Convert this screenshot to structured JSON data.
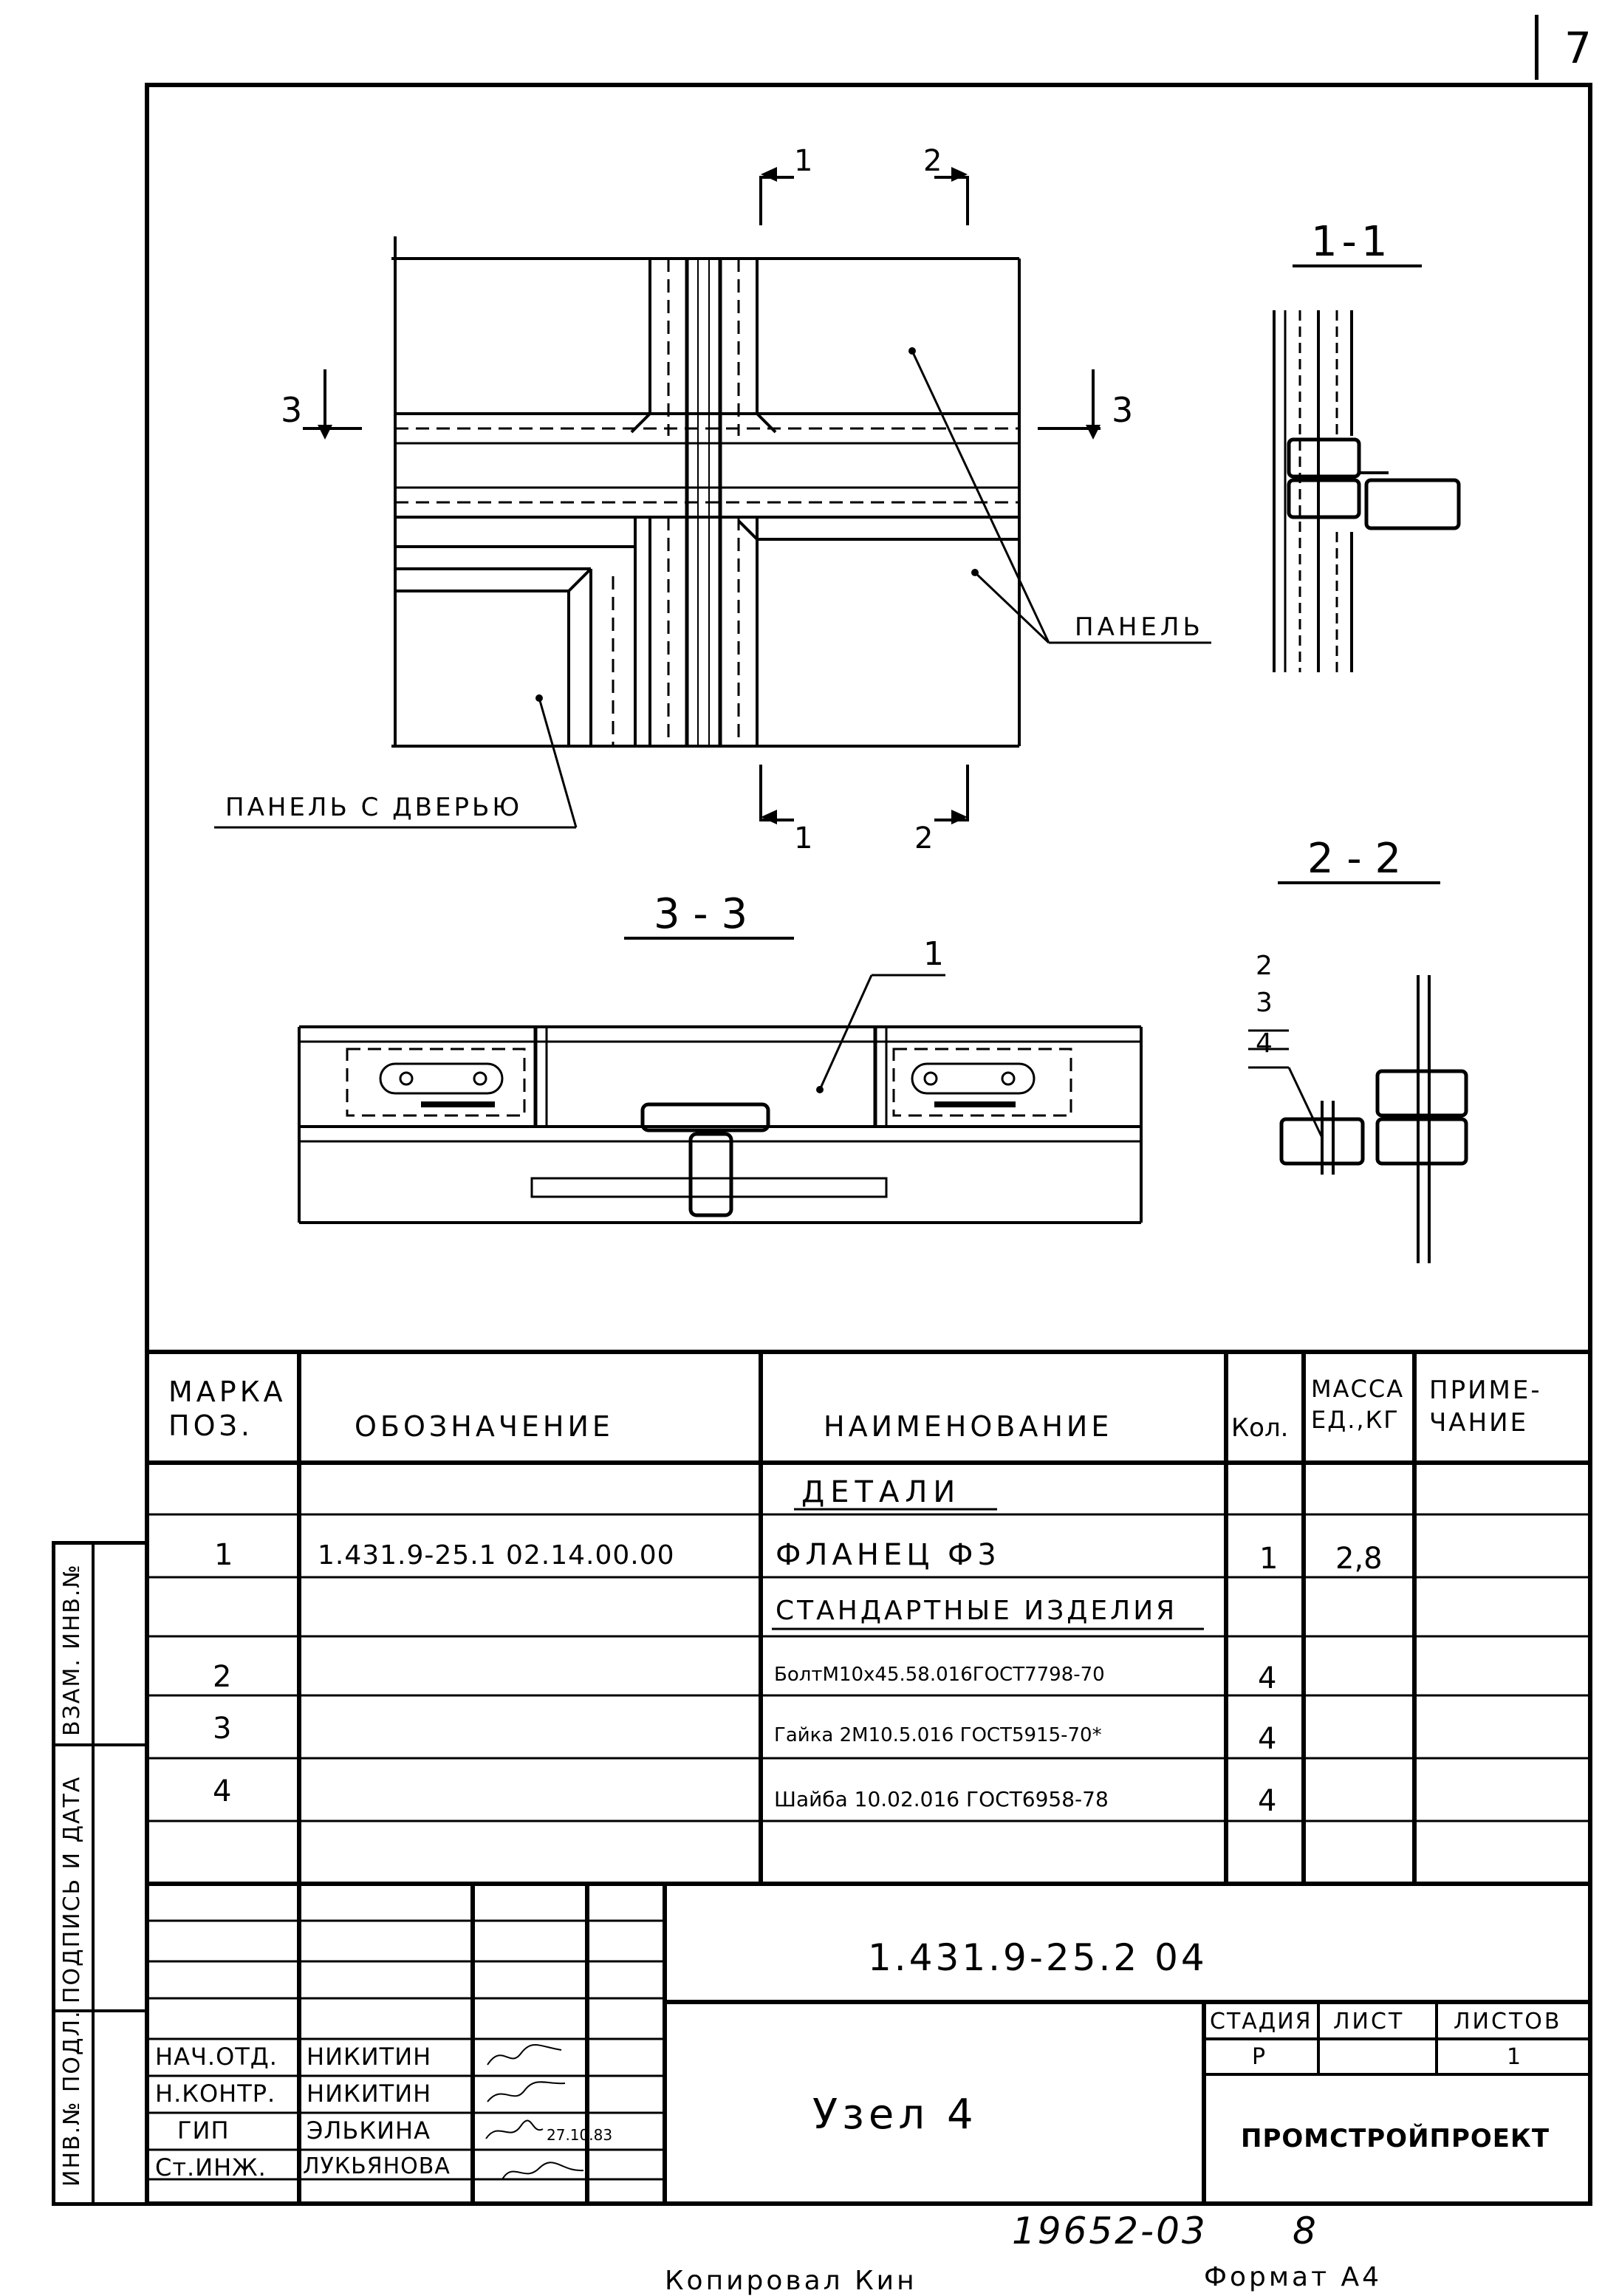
{
  "page": {
    "sheet_number": "7",
    "archive_number": "19652-03",
    "archive_sheet": "8",
    "copied_label": "Копировал Кин",
    "format_label": "Формат А4"
  },
  "drawing": {
    "section_1_1": "1-1",
    "section_2_2": "2 - 2",
    "section_3_3": "3 - 3",
    "cut_1": "1",
    "cut_2": "2",
    "cut_3": "3",
    "label_panel": "ПАНЕЛЬ",
    "label_panel_door": "ПАНЕЛЬ С ДВЕРЬЮ",
    "pos_1": "1",
    "pos_2": "2",
    "pos_3": "3",
    "pos_4": "4"
  },
  "spec": {
    "headers": {
      "mark": "МАРКА ПОЗ.",
      "designation": "ОБОЗНАЧЕНИЕ",
      "name": "НАИМЕНОВАНИЕ",
      "qty": "Кол.",
      "mass": "МАССА ЕД.,КГ",
      "note": "ПРИМЕ- ЧАНИЕ"
    },
    "section_details": "ДЕТАЛИ",
    "section_standard": "СТАНДАРТНЫЕ ИЗДЕЛИЯ",
    "rows": [
      {
        "pos": "1",
        "designation": "1.431.9-25.1 02.14.00.00",
        "name": "ФЛАНЕЦ Ф3",
        "qty": "1",
        "mass": "2,8",
        "note": ""
      },
      {
        "pos": "2",
        "designation": "",
        "name": "БолтМ10х45.58.016ГОСТ7798-70",
        "qty": "4",
        "mass": "",
        "note": ""
      },
      {
        "pos": "3",
        "designation": "",
        "name": "Гайка 2М10.5.016 ГОСТ5915-70*",
        "qty": "4",
        "mass": "",
        "note": ""
      },
      {
        "pos": "4",
        "designation": "",
        "name": "Шайба 10.02.016 ГОСТ6958-78",
        "qty": "4",
        "mass": "",
        "note": ""
      }
    ]
  },
  "title_block": {
    "doc_code": "1.431.9-25.2 04",
    "title": "Узел 4",
    "stage_label": "СТАДИЯ",
    "sheet_label": "ЛИСТ",
    "sheets_label": "ЛИСТОВ",
    "stage": "Р",
    "sheet": "",
    "sheets": "1",
    "org": "ПРОМСТРОЙПРОЕКТ",
    "signers": [
      {
        "role": "НАЧ.ОТД.",
        "name": "НИКИТИН",
        "date": ""
      },
      {
        "role": "Н.КОНТР.",
        "name": "НИКИТИН",
        "date": ""
      },
      {
        "role": "ГИП",
        "name": "ЭЛЬКИНА",
        "date": "27.10.83"
      },
      {
        "role": "Ст.ИНЖ.",
        "name": "ЛУКЬЯНОВА",
        "date": ""
      }
    ]
  },
  "side_stamp": {
    "inv_orig": "ИНВ.№ ПОДЛ.",
    "sign_date": "ПОДПИСЬ И ДАТА",
    "inv_replace": "ВЗАМ. ИНВ.№"
  }
}
